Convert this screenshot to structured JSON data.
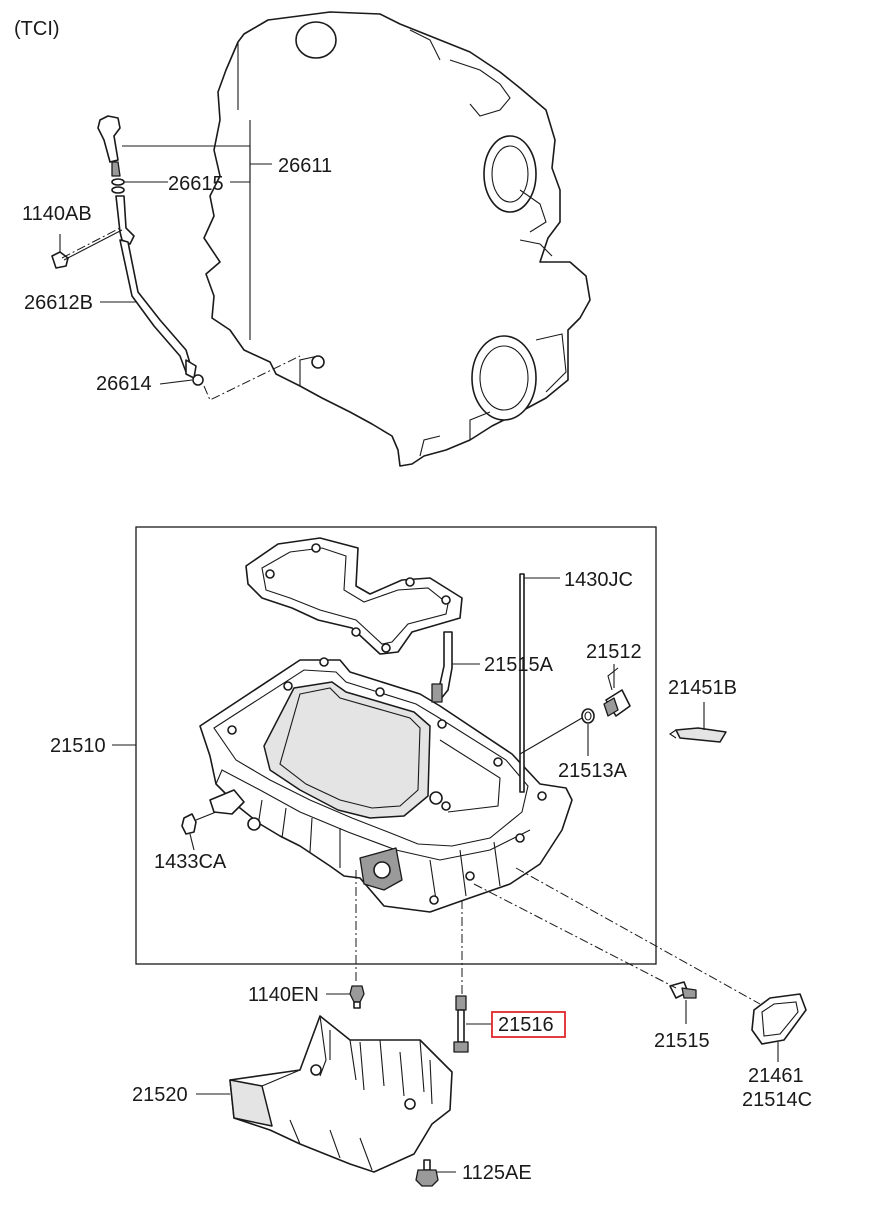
{
  "variant_label": "(TCI)",
  "highlight_color": "#e0262c",
  "callouts": {
    "c26611": "26611",
    "c26615": "26615",
    "c1140AB": "1140AB",
    "c26612B": "26612B",
    "c26614": "26614",
    "c1430JC": "1430JC",
    "c21515A": "21515A",
    "c21512": "21512",
    "c21451B": "21451B",
    "c21510": "21510",
    "c21513A": "21513A",
    "c1433CA": "1433CA",
    "c1140EN": "1140EN",
    "c21516": "21516",
    "c21515": "21515",
    "c21461": "21461",
    "c21514C": "21514C",
    "c21520": "21520",
    "c1125AE": "1125AE"
  }
}
